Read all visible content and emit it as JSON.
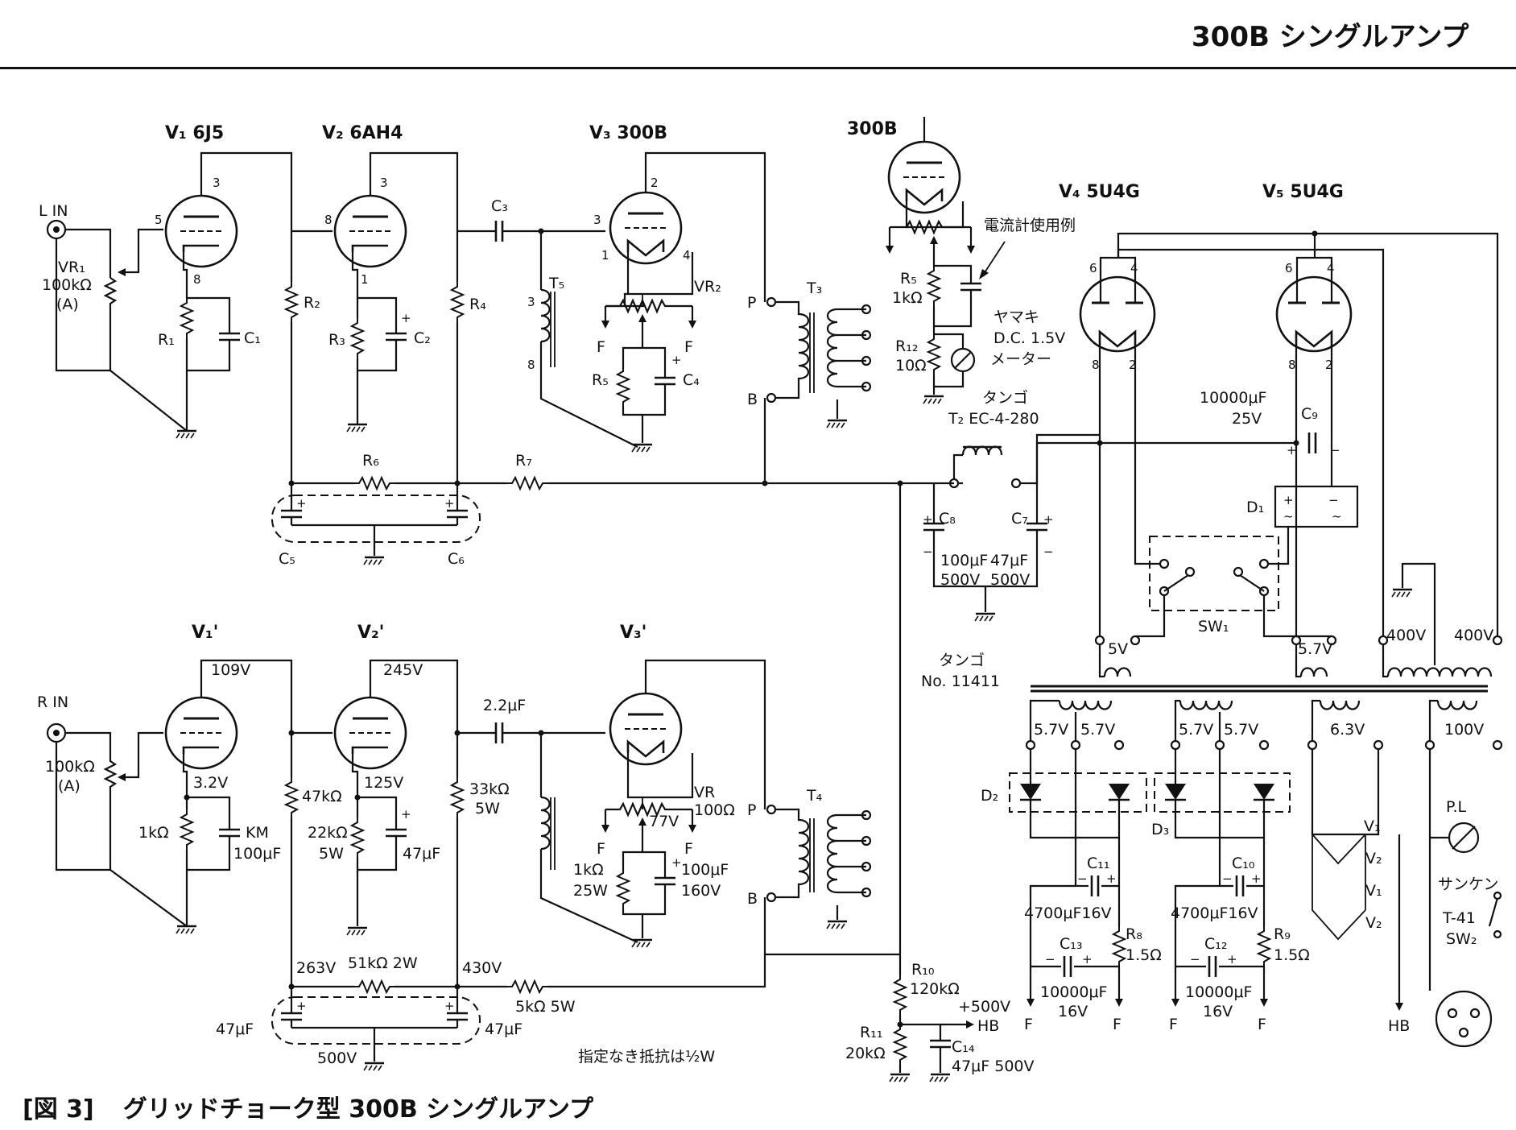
{
  "header": {
    "title": "300B シングルアンプ"
  },
  "caption": {
    "figure": "[図 3]",
    "text": "グリッドチョーク型 300B シングルアンプ"
  },
  "note": "指定なき抵抗は½W",
  "tubes": {
    "v1": "V₁ 6J5",
    "v2": "V₂ 6AH4",
    "v3": "V₃ 300B",
    "meter_tube": "300B",
    "v4": "V₄ 5U4G",
    "v5": "V₅ 5U4G",
    "v1r": "V₁'",
    "v2r": "V₂'",
    "v3r": "V₃'"
  },
  "inputs": {
    "left": "L IN",
    "right": "R IN"
  },
  "left_channel": {
    "vr1": "VR₁",
    "vr1_value": "100kΩ",
    "vr1_taper": "(A)",
    "r1": "R₁",
    "c1": "C₁",
    "r2": "R₂",
    "r3": "R₃",
    "c2": "C₂",
    "r4": "R₄",
    "c3": "C₃",
    "t5": "T₅",
    "vr2": "VR₂",
    "r5": "R₅",
    "c4": "C₄",
    "r6": "R₆",
    "r7": "R₇",
    "c5": "C₅",
    "c6": "C₆",
    "t3": "T₃"
  },
  "right_channel": {
    "vr_value": "100kΩ",
    "vr_taper": "(A)",
    "v1_plate": "109V",
    "v2_plate": "245V",
    "v1_cathode": "3.2V",
    "v2_cathode": "125V",
    "r_k1": "1kΩ",
    "c_k1": "KM",
    "c_k1_value": "100μF",
    "r_p1": "47kΩ",
    "r_k2": "22kΩ",
    "r_k2_watt": "5W",
    "c_k2": "47μF",
    "r_p2": "33kΩ",
    "r_p2_watt": "5W",
    "c_coupling": "2.2μF",
    "vr": "VR",
    "vr_ohm": "100Ω",
    "fil_volt": "77V",
    "r_k3": "1kΩ",
    "r_k3_watt": "25W",
    "c_k3": "100μF",
    "c_k3_volt": "160V",
    "t4": "T₄",
    "b1": "263V",
    "b2": "430V",
    "r_dec1": "51kΩ 2W",
    "r_dec2": "5kΩ 5W",
    "c_dec_left": "47μF",
    "c_dec_right": "47μF",
    "c_dec_volt": "500V"
  },
  "common": {
    "p": "P",
    "b": "B",
    "f": "F",
    "meter_r5": "R₅",
    "meter_r5_value": "1kΩ",
    "meter_r12": "R₁₂",
    "meter_r12_value": "10Ω",
    "meter_note": "電流計使用例",
    "meter_maker": "ヤマキ",
    "meter_range": "D.C. 1.5V",
    "meter_label": "メーター",
    "choke_maker": "タンゴ",
    "choke": "T₂ EC-4-280",
    "c8": "C₈",
    "c7": "C₇",
    "c8_value": "100μF",
    "c8_volt": "500V",
    "c7_value": "47μF",
    "c7_volt": "500V",
    "c9": "C₉",
    "c9_value": "10000μF",
    "c9_volt": "25V",
    "d1": "D₁",
    "sw1": "SW₁",
    "pt_maker": "タンゴ",
    "pt_model": "No. 11411",
    "w_5v": "5V",
    "w_57v": "5.7V",
    "w_400a": "400V",
    "w_400b": "400V",
    "w_63v": "6.3V",
    "w_100v": "100V",
    "d2": "D₂",
    "d3": "D₃",
    "c11": "C₁₁",
    "c10": "C₁₀",
    "c13": "C₁₃",
    "c12": "C₁₂",
    "c11_value": "4700μF16V",
    "c10_value": "4700μF16V",
    "c13_value": "10000μF",
    "c13_volt": "16V",
    "c12_value": "10000μF",
    "c12_volt": "16V",
    "r8": "R₈",
    "r8_value": "1.5Ω",
    "r9": "R₉",
    "r9_value": "1.5Ω",
    "r10": "R₁₀",
    "r10_value": "120kΩ",
    "r11": "R₁₁",
    "r11_value": "20kΩ",
    "b_plus": "+500V",
    "hb": "HB",
    "c14": "C₁₄",
    "c14_value": "47μF 500V",
    "pl": "P.L",
    "sw2_maker": "サンケン",
    "sw2_model": "T-41",
    "sw2": "SW₂",
    "heater_v1": "V₁",
    "heater_v2": "V₂"
  }
}
